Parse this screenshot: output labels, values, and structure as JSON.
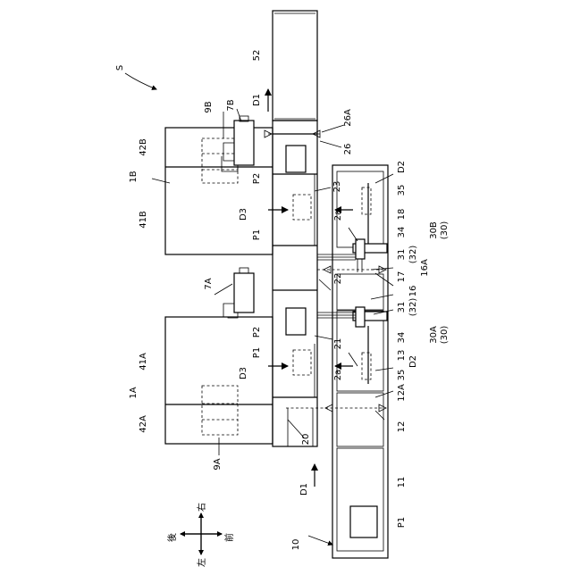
{
  "labels": {
    "S": "S",
    "n52": "52",
    "D1_top": "D1",
    "n26A": "26A",
    "n26": "26",
    "n9B": "9B",
    "n7B": "7B",
    "n42B": "42B",
    "n1B": "1B",
    "n41B": "41B",
    "P2_top": "P2",
    "D3_top": "D3",
    "P1_top": "P1",
    "D2_top": "D2",
    "n23": "23",
    "n35_top": "35",
    "n2a_top": "2a",
    "n18": "18",
    "n34_top": "34",
    "n30B": "30B",
    "n30_B": "(30)",
    "n31_top": "31",
    "n32_top": "(32)",
    "n16A": "16A",
    "n7A": "7A",
    "n22": "22",
    "n17": "17",
    "n16": "16",
    "n31_bot": "31",
    "n32_bot": "(32)",
    "P2_bot": "P2",
    "n41A": "41A",
    "P1_bot": "P1",
    "D3_bot": "D3",
    "n21": "21",
    "n34_bot": "34",
    "n30A": "30A",
    "n30_A": "(30)",
    "n13": "13",
    "D2_bot": "D2",
    "n2a_bot": "2a",
    "n35_bot": "35",
    "n1A": "1A",
    "n42A": "42A",
    "n12A": "12A",
    "n12": "12",
    "n20": "20",
    "n9A": "9A",
    "D1_bot": "D1",
    "n11": "11",
    "P1_loader": "P1",
    "n10": "10",
    "dir_right": "右",
    "dir_rear": "後",
    "dir_front": "前",
    "dir_left": "左"
  }
}
